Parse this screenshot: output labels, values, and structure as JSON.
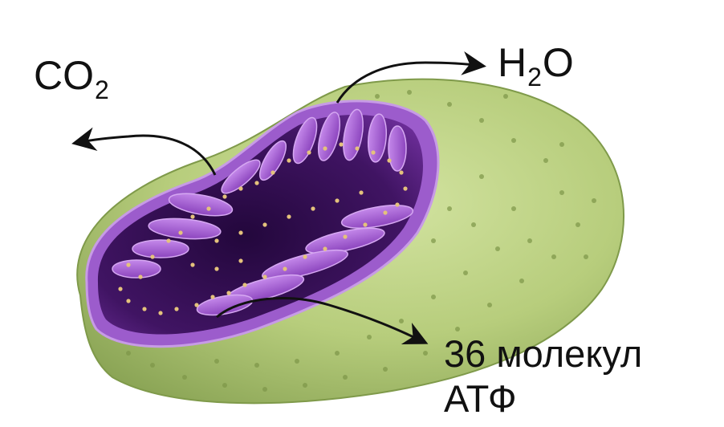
{
  "labels": {
    "co2": {
      "main1": "CO",
      "sub": "2",
      "main2": ""
    },
    "h2o": {
      "main1": "H",
      "sub": "2",
      "main2": "O"
    },
    "atp_line1": "36 молекул",
    "atp_line2": "АТФ"
  },
  "colors": {
    "outer_membrane": "#b8cf7a",
    "outer_membrane_dark": "#8fa656",
    "matrix": "#3c1460",
    "cristae": "#a05bd2",
    "granules": "#e2c27a",
    "arrows": "#111111"
  }
}
